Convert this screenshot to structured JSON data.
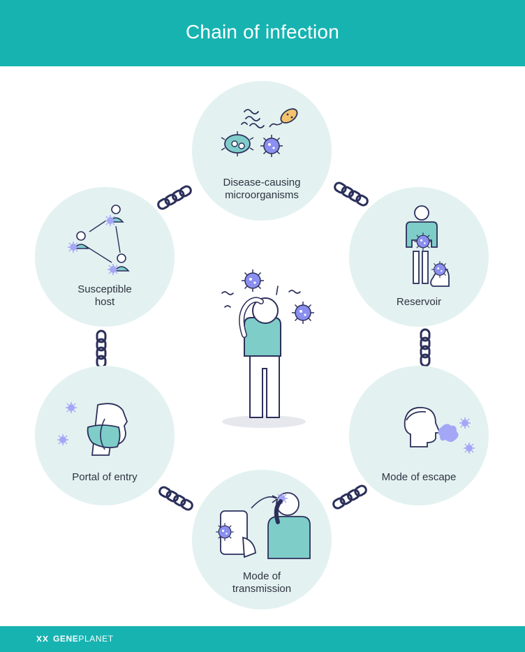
{
  "header": {
    "title": "Chain of infection"
  },
  "nodes": {
    "microorganisms": {
      "label": "Disease-causing\nmicroorganisms"
    },
    "reservoir": {
      "label": "Reservoir"
    },
    "escape": {
      "label": "Mode of escape"
    },
    "transmission": {
      "label": "Mode of\ntransmission"
    },
    "entry": {
      "label": "Portal of entry"
    },
    "host": {
      "label": "Susceptible\nhost"
    }
  },
  "footer": {
    "brand_bold": "GENE",
    "brand_light": "PLANET"
  },
  "colors": {
    "teal": "#17b3b1",
    "circle": "#e3f1f1",
    "shirt": "#7fcdc9",
    "virus": "#8b8ff0",
    "outline": "#2b2f5a",
    "bacteria": "#f3c36b"
  }
}
